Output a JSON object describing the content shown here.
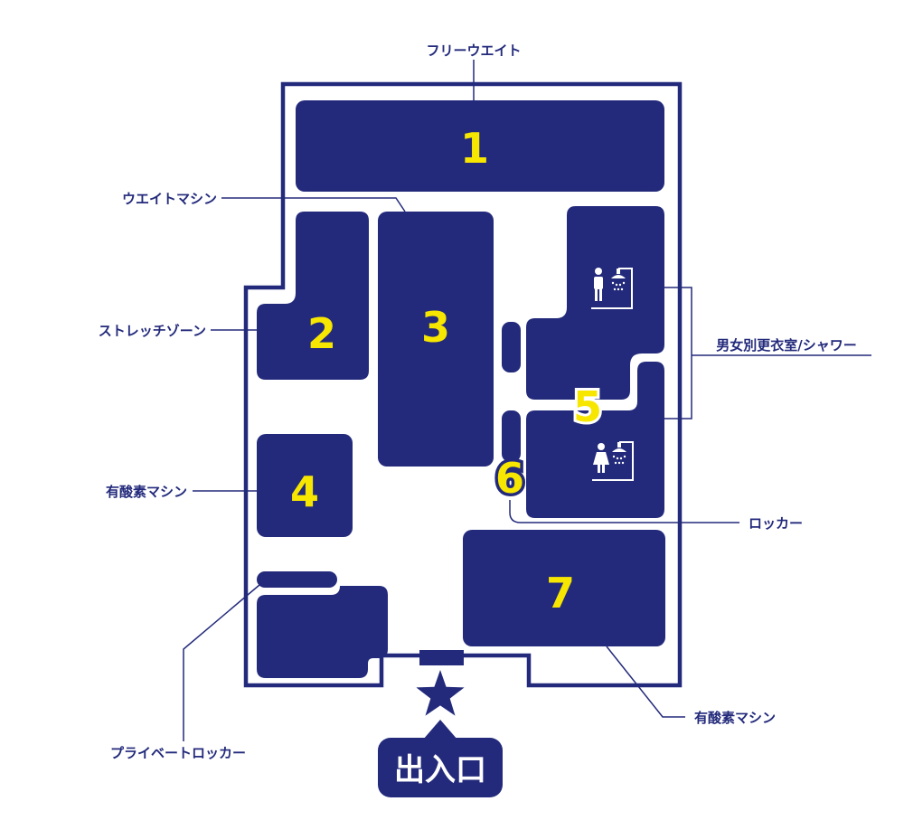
{
  "labels": {
    "free_weight": "フリーウエイト",
    "weight_machine": "ウエイトマシン",
    "stretch_zone": "ストレッチゾーン",
    "aerobic_machine_left": "有酸素マシン",
    "private_locker": "プライベートロッカー",
    "locker_room_shower": "男女別更衣室/シャワー",
    "locker": "ロッカー",
    "aerobic_machine_right": "有酸素マシン",
    "entrance": "出入口"
  },
  "zones": {
    "z1": "1",
    "z2": "2",
    "z3": "3",
    "z4": "4",
    "z5": "5",
    "z6": "6",
    "z7": "7"
  },
  "icons": {
    "male": "male-shower-icon",
    "female": "female-shower-icon",
    "entrance": "star-icon"
  },
  "colors": {
    "navy": "#232a7b",
    "yellow": "#f7e600",
    "background": "#ffffff"
  }
}
